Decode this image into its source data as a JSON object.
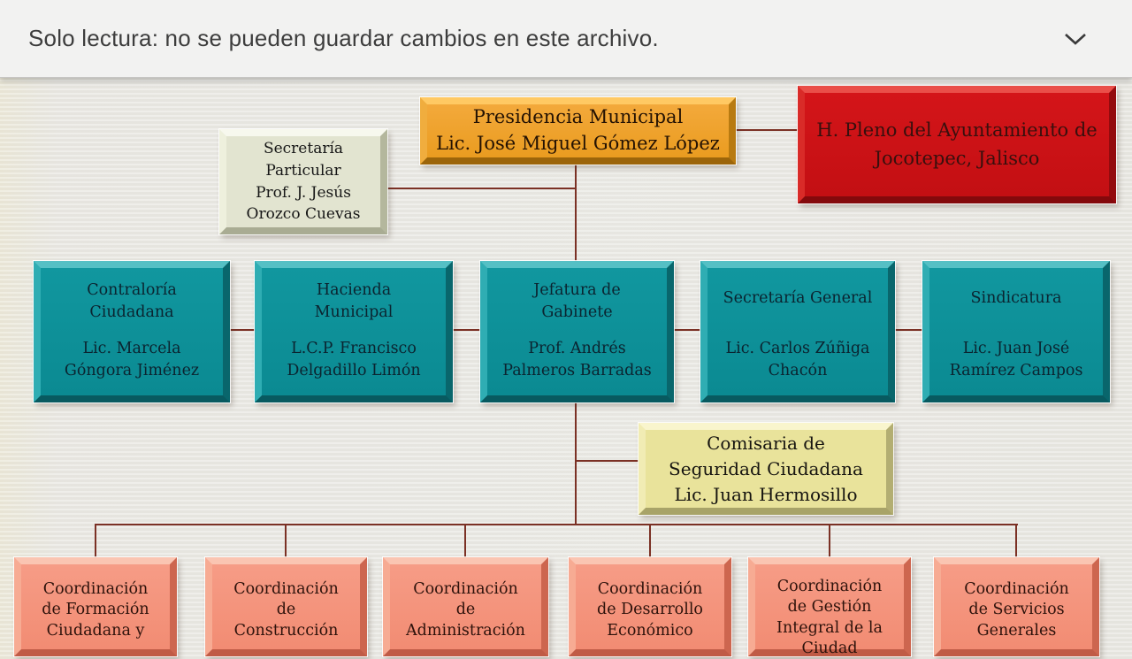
{
  "banner": {
    "text": "Solo lectura: no se pueden guardar cambios en este archivo.",
    "chevron_icon": "chevron-down"
  },
  "colors": {
    "connector": "#7b3125",
    "orange": "#efa22a",
    "red": "#cc1115",
    "sage": "#e2e4d0",
    "teal": "#0e939b",
    "yellow": "#e9e39b",
    "salmon": "#f4947d",
    "background": "#eae9e4",
    "banner_bg": "#f2f2f1"
  },
  "chart": {
    "nodes": {
      "presidencia": {
        "title": "Presidencia Municipal",
        "person": "Lic. José Miguel Gómez López"
      },
      "pleno": {
        "title": "H. Pleno del Ayuntamiento de\nJocotepec, Jalisco"
      },
      "secretaria_particular": {
        "title": "Secretaría\nParticular",
        "person": "Prof. J. Jesús\nOrozco Cuevas"
      },
      "contraloria": {
        "title": "Contraloría\nCiudadana",
        "person": "Lic. Marcela\nGóngora Jiménez"
      },
      "hacienda": {
        "title": "Hacienda\nMunicipal",
        "person": "L.C.P. Francisco\nDelgadillo Limón"
      },
      "jefatura": {
        "title": "Jefatura de\nGabinete",
        "person": "Prof. Andrés\nPalmeros Barradas"
      },
      "secretaria_general": {
        "title": "Secretaría General",
        "person": "Lic. Carlos Zúñiga\nChacón"
      },
      "sindicatura": {
        "title": "Sindicatura",
        "person": "Lic. Juan José\nRamírez Campos"
      },
      "comisaria": {
        "title": "Comisaria de\nSeguridad Ciudadana",
        "person": "Lic. Juan Hermosillo"
      },
      "coord_formacion": {
        "title": "Coordinación\nde Formación\nCiudadana y"
      },
      "coord_construccion": {
        "title": "Coordinación\nde\nConstrucción"
      },
      "coord_administracion": {
        "title": "Coordinación\nde\nAdministración"
      },
      "coord_desarrollo": {
        "title": "Coordinación\nde Desarrollo\nEconómico"
      },
      "coord_gestion": {
        "title": "Coordinación\nde Gestión\nIntegral de la\nCiudad"
      },
      "coord_servicios": {
        "title": "Coordinación\nde Servicios\nGenerales"
      }
    }
  }
}
